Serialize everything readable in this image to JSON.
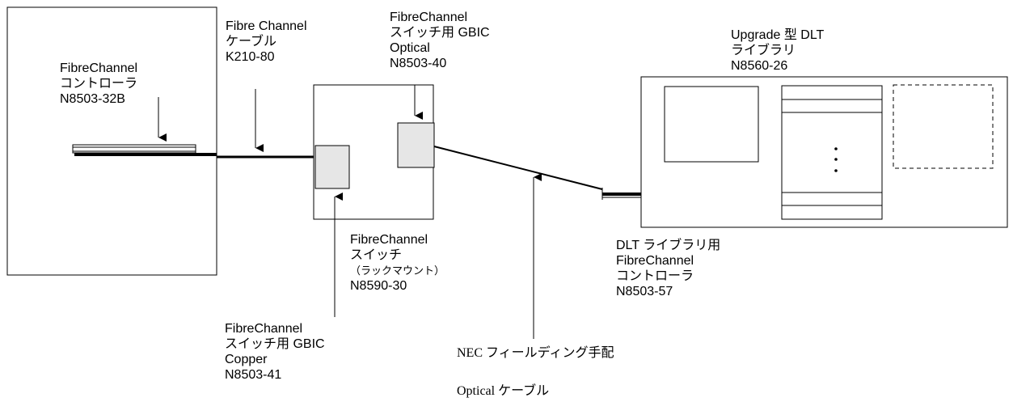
{
  "labels": {
    "server_controller": {
      "line1": "FibreChannel",
      "line2": "コントローラ",
      "line3": "N8503-32B"
    },
    "cable": {
      "line1": "Fibre Channel",
      "line2": "ケーブル",
      "line3": "K210-80"
    },
    "gbic_optical": {
      "line1": "FibreChannel",
      "line2": "スイッチ用 GBIC",
      "line3": "Optical",
      "line4": "N8503-40"
    },
    "library": {
      "line1": "Upgrade 型  DLT",
      "line2": "ライブラリ",
      "line3": "N8560-26"
    },
    "switch": {
      "line1": "FibreChannel",
      "line2": "スイッチ",
      "line3": "（ラックマウント）",
      "line4": "N8590-30"
    },
    "gbic_copper": {
      "line1": "FibreChannel",
      "line2": "スイッチ用 GBIC",
      "line3": "Copper",
      "line4": "N8503-41"
    },
    "library_controller": {
      "line1": "DLT ライブラリ用",
      "line2": "FibreChannel",
      "line3": "コントローラ",
      "line4": "N8503-57"
    },
    "optical_cable": {
      "line1": "NEC フィールディング手配",
      "line2": "Optical ケーブル"
    }
  },
  "colors": {
    "line": "#000000",
    "gbic_fill": "#e6e6e6",
    "background": "#ffffff"
  }
}
